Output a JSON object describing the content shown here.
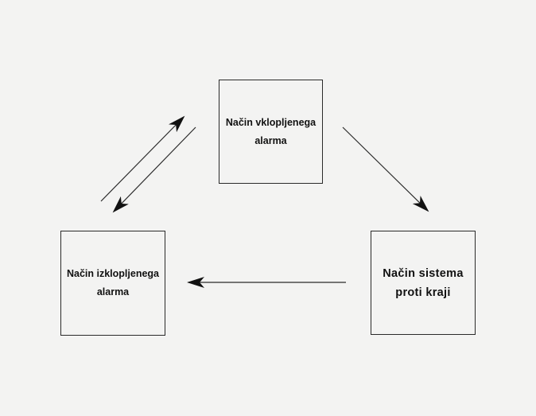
{
  "diagram": {
    "nodes": {
      "alarm_on": {
        "line1": "Način vklopljenega",
        "line2": "alarma"
      },
      "alarm_off": {
        "line1": "Način izklopljenega",
        "line2": "alarma"
      },
      "anti_theft": {
        "line1": "Način sistema",
        "line2": "proti kraji"
      }
    },
    "edges": [
      {
        "from": "alarm_off",
        "to": "alarm_on"
      },
      {
        "from": "alarm_on",
        "to": "alarm_off"
      },
      {
        "from": "alarm_on",
        "to": "anti_theft"
      },
      {
        "from": "anti_theft",
        "to": "alarm_off"
      }
    ],
    "colors": {
      "background": "#f3f3f2",
      "stroke": "#2a2a2a"
    }
  }
}
